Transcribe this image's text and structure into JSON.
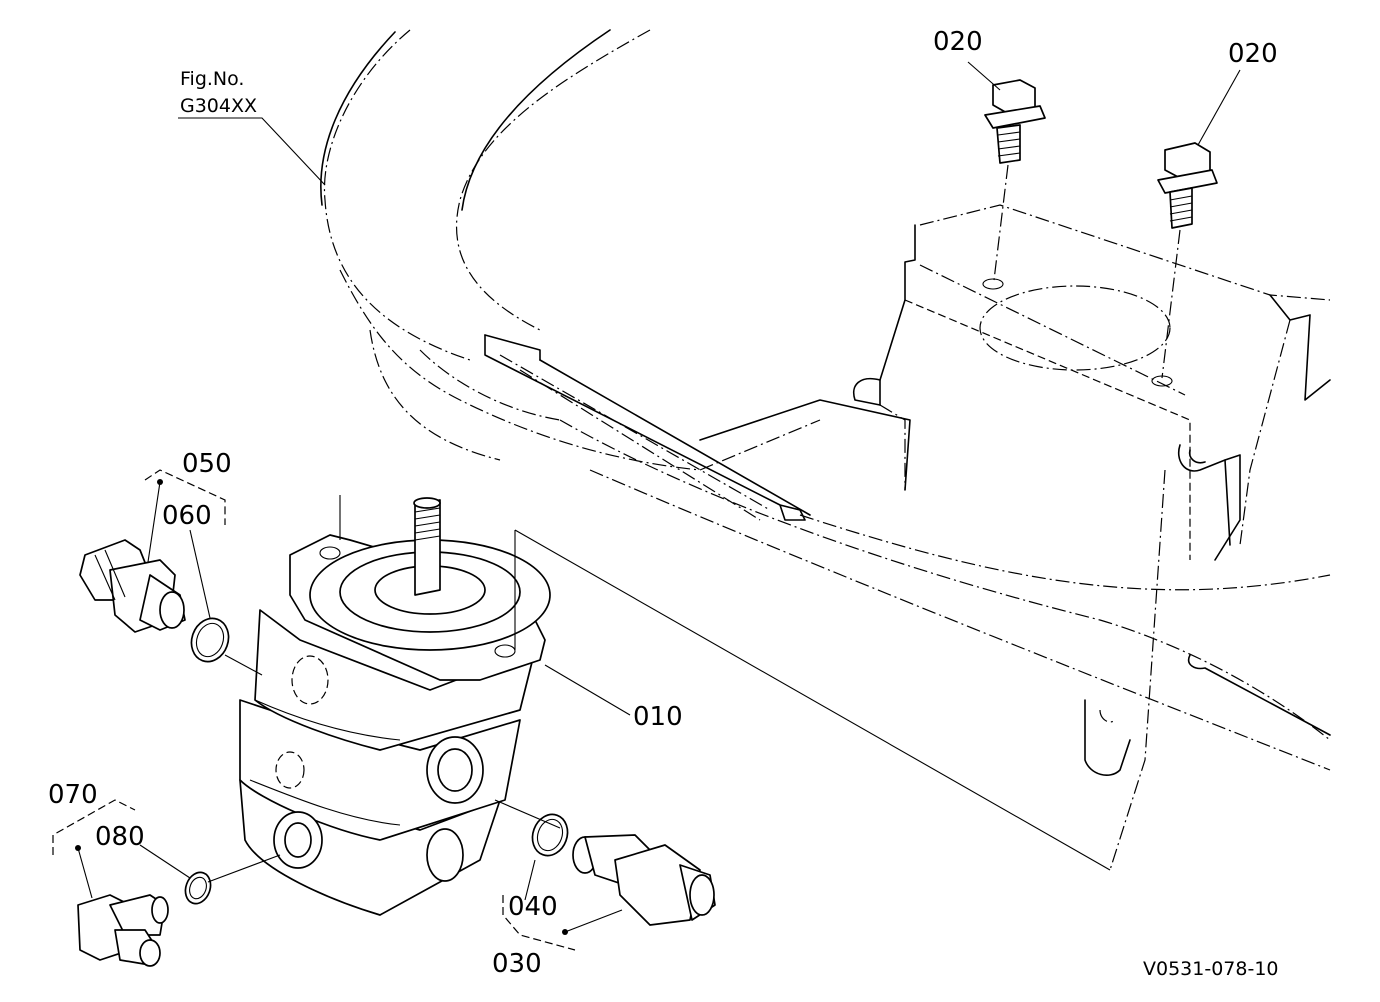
{
  "figure": {
    "fig_no_label": "Fig.No.",
    "fig_no_value": "G304XX",
    "drawing_id": "V0531-078-10"
  },
  "callouts": {
    "c010": "010",
    "c020a": "020",
    "c020b": "020",
    "c030": "030",
    "c040": "040",
    "c050": "050",
    "c060": "060",
    "c070": "070",
    "c080": "080"
  }
}
